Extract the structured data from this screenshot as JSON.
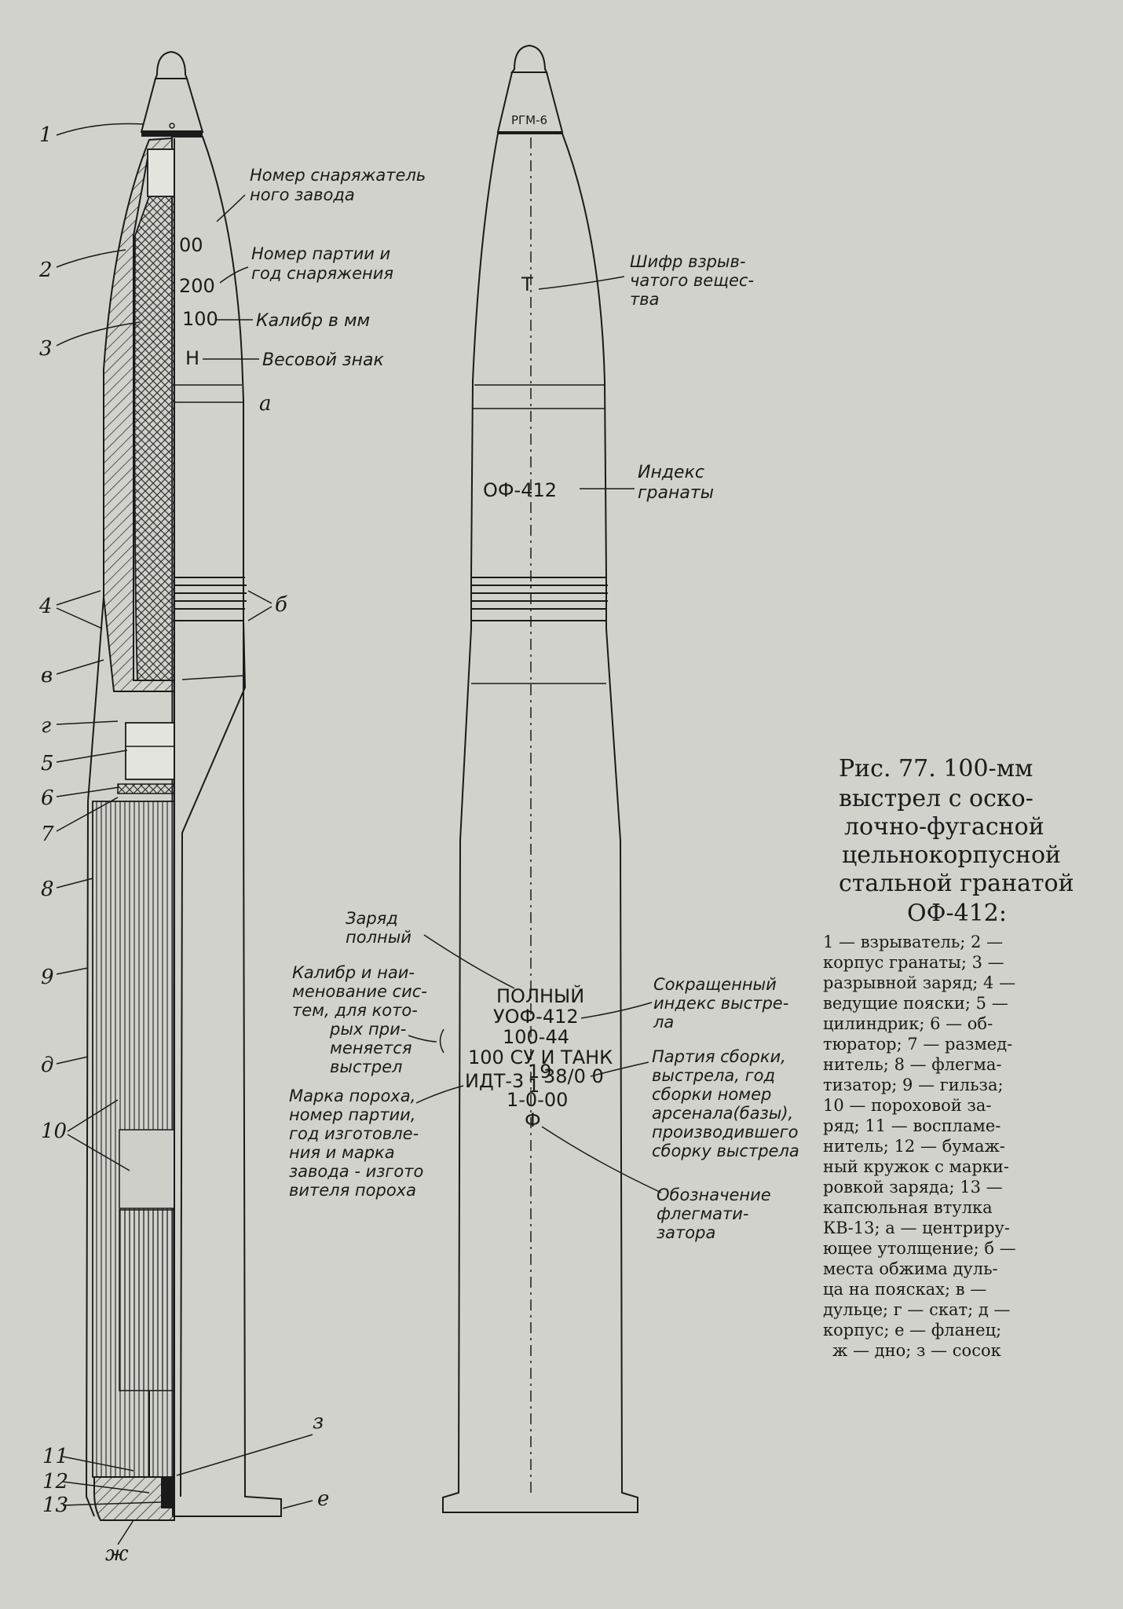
{
  "left_figure": {
    "numbers": [
      "1",
      "2",
      "3",
      "4",
      "в",
      "г",
      "5",
      "6",
      "7",
      "8",
      "9",
      "д",
      "10",
      "11",
      "12",
      "13",
      "ж",
      "з",
      "е",
      "а",
      "б"
    ],
    "body_marks": [
      "00",
      "200",
      "100",
      "Н"
    ],
    "notes": {
      "factory_1": "Номер снаряжатель",
      "factory_2": "ного завода",
      "lot_1": "Номер партии и",
      "lot_2": "год снаряжения",
      "caliber": "Калибр в мм",
      "weight": "Весовой знак"
    }
  },
  "right_figure": {
    "fuze_mark": "РГМ-6",
    "explosive_code": "Т",
    "index": "ОФ-412",
    "case_lines": [
      "ПОЛНЫЙ",
      "УОФ-412",
      "100-44",
      "100 СУ И ТАНК",
      "ИДТ-3",
      "1-0-00",
      "Ф"
    ],
    "powder_sup": "19",
    "powder_sub": "1",
    "powder_tail": "38/0 0",
    "notes": {
      "cipher_1": "Шифр взрыв-",
      "cipher_2": "чатого вещес-",
      "cipher_3": "тва",
      "index_1": "Индекс",
      "index_2": "гранаты",
      "charge_1": "Заряд",
      "charge_2": "полный",
      "system_1": "Калибр и наи-",
      "system_2": "менование сис-",
      "system_3": "тем, для кото-",
      "system_4": "рых при-",
      "system_5": "меняется",
      "system_6": "выстрел",
      "powder_1": "Марка пороха,",
      "powder_2": "номер партии,",
      "powder_3": "год изготовле-",
      "powder_4": "ния и марка",
      "powder_5": "завода - изгото",
      "powder_6": "вителя пороха",
      "short_1": "Сокращенный",
      "short_2": "индекс выстре-",
      "short_3": "ла",
      "assembly_1": "Партия сборки,",
      "assembly_2": "выстрела, год",
      "assembly_3": "сборки номер",
      "assembly_4": "арсенала(базы),",
      "assembly_5": "производившего",
      "assembly_6": "сборку выстрела",
      "phleg_1": "Обозначение",
      "phleg_2": "флегмати-",
      "phleg_3": "затора"
    }
  },
  "caption": {
    "title_lines": [
      "Рис. 77. 100-мм",
      "выстрел с оско-",
      "лочно-фугасной",
      "цельнокорпусной",
      "стальной гранатой",
      "ОФ-412:"
    ],
    "legend_lines": [
      "1 — взрыватель; 2 —",
      "корпус гранаты; 3 —",
      "разрывной заряд; 4 —",
      "ведущие пояски; 5 —",
      "цилиндрик; 6 — об-",
      "тюратор; 7 — размед-",
      "нитель; 8 — флегма-",
      "тизатор; 9 — гильза;",
      "10 — пороховой за-",
      "ряд; 11 — воспламе-",
      "нитель; 12 — бумаж-",
      "ный кружок с марки-",
      "ровкой заряда; 13 —",
      "капсюльная втулка",
      "КВ-13; а — центриру-",
      "ющее утолщение; б —",
      "места обжима дуль-",
      "ца на поясках; в —",
      "дульце; г — скат; д —",
      "корпус; е — фланец;",
      "ж — дно; з — сосок"
    ]
  }
}
